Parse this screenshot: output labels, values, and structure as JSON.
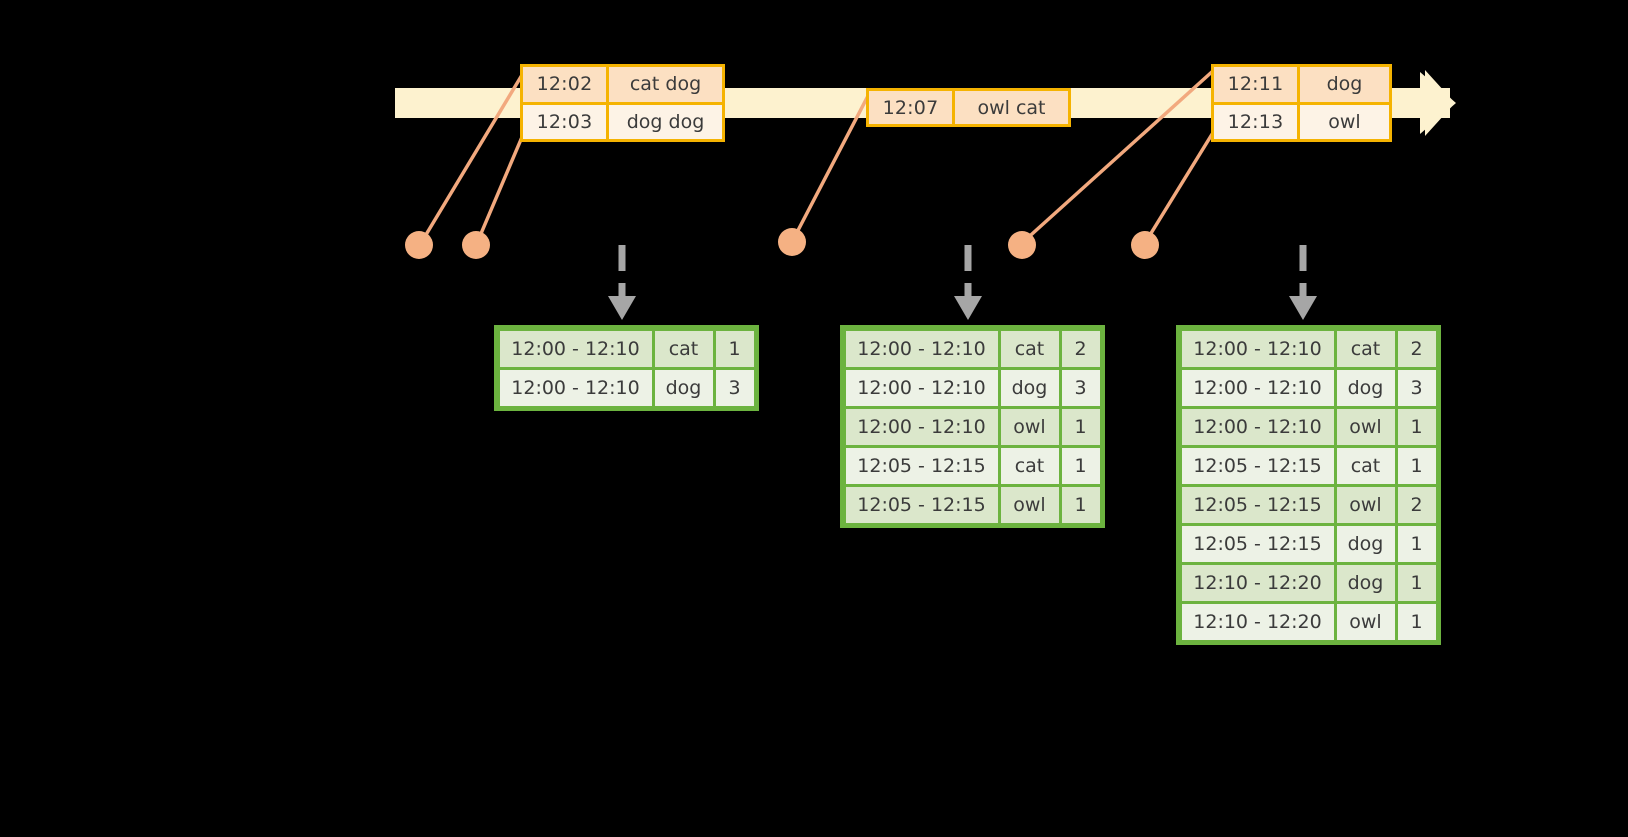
{
  "diagram": {
    "background_color": "#000000",
    "timeline": {
      "bar_color": "#fdf2cf",
      "arrow_color": "#fdf2cf",
      "border_color": "#f5b301",
      "event_boxes": [
        {
          "id": "event-box-1",
          "rows": [
            {
              "time": "12:02",
              "words": "cat dog"
            },
            {
              "time": "12:03",
              "words": "dog dog"
            }
          ]
        },
        {
          "id": "event-box-2",
          "rows": [
            {
              "time": "12:07",
              "words": "owl cat"
            }
          ]
        },
        {
          "id": "event-box-3",
          "rows": [
            {
              "time": "12:11",
              "words": "dog"
            },
            {
              "time": "12:13",
              "words": "owl"
            }
          ]
        }
      ]
    },
    "connector_color": "#f2a97e",
    "dot_color": "#f5b183",
    "arrow_color": "#a6a6a6",
    "result_tables": [
      {
        "id": "result-table-1",
        "border_color": "#6cb33f",
        "rows": [
          {
            "window": "12:00 - 12:10",
            "key": "cat",
            "count": "1"
          },
          {
            "window": "12:00 - 12:10",
            "key": "dog",
            "count": "3"
          }
        ]
      },
      {
        "id": "result-table-2",
        "border_color": "#6cb33f",
        "rows": [
          {
            "window": "12:00 - 12:10",
            "key": "cat",
            "count": "2"
          },
          {
            "window": "12:00 - 12:10",
            "key": "dog",
            "count": "3"
          },
          {
            "window": "12:00 - 12:10",
            "key": "owl",
            "count": "1"
          },
          {
            "window": "12:05 - 12:15",
            "key": "cat",
            "count": "1"
          },
          {
            "window": "12:05 - 12:15",
            "key": "owl",
            "count": "1"
          }
        ]
      },
      {
        "id": "result-table-3",
        "border_color": "#6cb33f",
        "rows": [
          {
            "window": "12:00 - 12:10",
            "key": "cat",
            "count": "2"
          },
          {
            "window": "12:00 - 12:10",
            "key": "dog",
            "count": "3"
          },
          {
            "window": "12:00 - 12:10",
            "key": "owl",
            "count": "1"
          },
          {
            "window": "12:05 - 12:15",
            "key": "cat",
            "count": "1"
          },
          {
            "window": "12:05 - 12:15",
            "key": "owl",
            "count": "2"
          },
          {
            "window": "12:05 - 12:15",
            "key": "dog",
            "count": "1"
          },
          {
            "window": "12:10 - 12:20",
            "key": "dog",
            "count": "1"
          },
          {
            "window": "12:10 - 12:20",
            "key": "owl",
            "count": "1"
          }
        ]
      }
    ]
  }
}
